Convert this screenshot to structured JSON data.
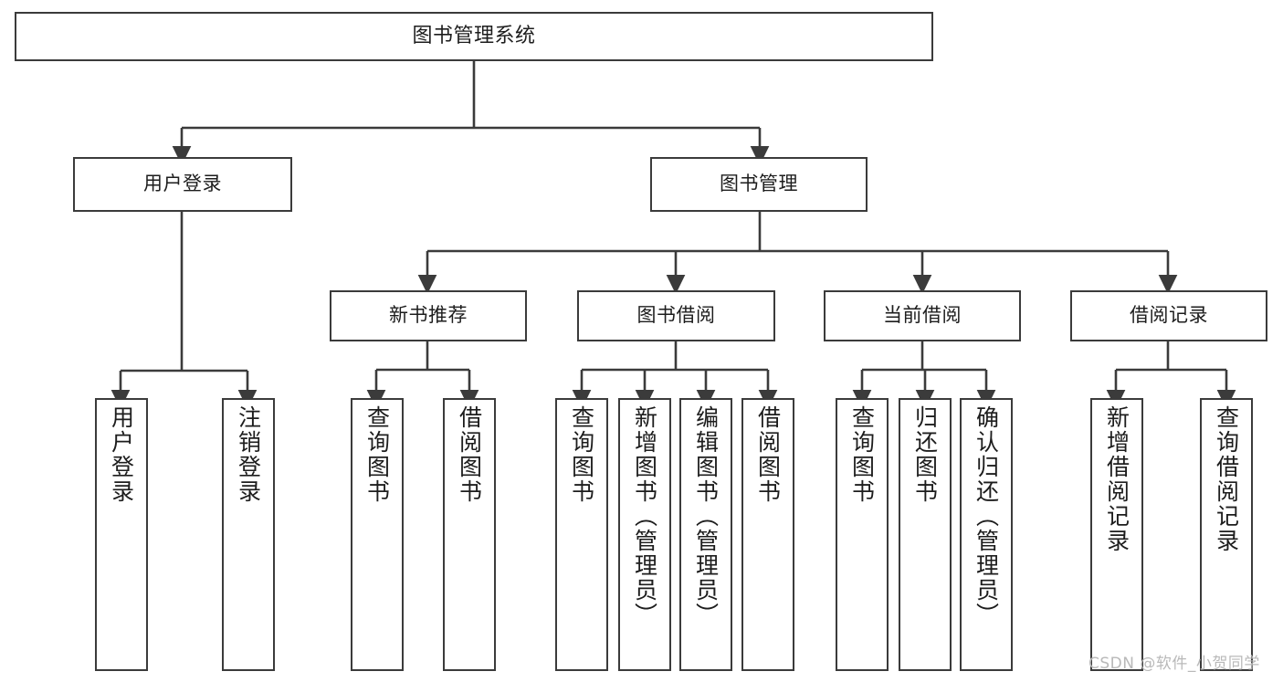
{
  "diagram": {
    "title": "图书管理系统",
    "type": "hierarchy-tree",
    "background_color": "#ffffff",
    "line_color": "#3b3b3b",
    "text_color": "#1d1d1d",
    "watermark": "CSDN @软件_小贺同学",
    "levels": {
      "level1": {
        "root": {
          "label": "图书管理系统"
        }
      },
      "level2": {
        "nodes": [
          {
            "label": "用户登录"
          },
          {
            "label": "图书管理"
          }
        ]
      },
      "level3": {
        "nodes": [
          {
            "label": "新书推荐"
          },
          {
            "label": "图书借阅"
          },
          {
            "label": "当前借阅"
          },
          {
            "label": "借阅记录"
          }
        ]
      },
      "level4": {
        "groups": [
          {
            "parent": "用户登录",
            "nodes": [
              {
                "label": "用户登录"
              },
              {
                "label": "注销登录"
              }
            ]
          },
          {
            "parent": "新书推荐",
            "nodes": [
              {
                "label": "查询图书"
              },
              {
                "label": "借阅图书"
              }
            ]
          },
          {
            "parent": "图书借阅",
            "nodes": [
              {
                "label": "查询图书"
              },
              {
                "label": "新增图书（管理员）"
              },
              {
                "label": "编辑图书（管理员）"
              },
              {
                "label": "借阅图书"
              }
            ]
          },
          {
            "parent": "当前借阅",
            "nodes": [
              {
                "label": "查询图书"
              },
              {
                "label": "归还图书"
              },
              {
                "label": "确认归还（管理员）"
              }
            ]
          },
          {
            "parent": "借阅记录",
            "nodes": [
              {
                "label": "新增借阅记录"
              },
              {
                "label": "查询借阅记录"
              }
            ]
          }
        ]
      }
    }
  }
}
